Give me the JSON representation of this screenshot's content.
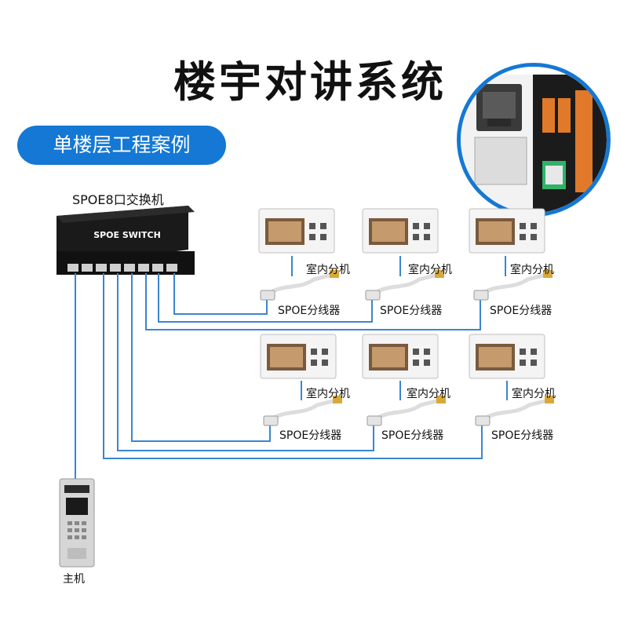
{
  "title": "楼宇对讲系统",
  "subtitle": "单楼层工程案例",
  "switch": {
    "label": "SPOE8口交换机",
    "brand": "SPOE SWITCH"
  },
  "monitor_label": "室内分机",
  "splitter_label": "SPOE分线器",
  "outdoor_label": "主机",
  "colors": {
    "accent": "#1478d4",
    "line": "#3a86d0"
  }
}
